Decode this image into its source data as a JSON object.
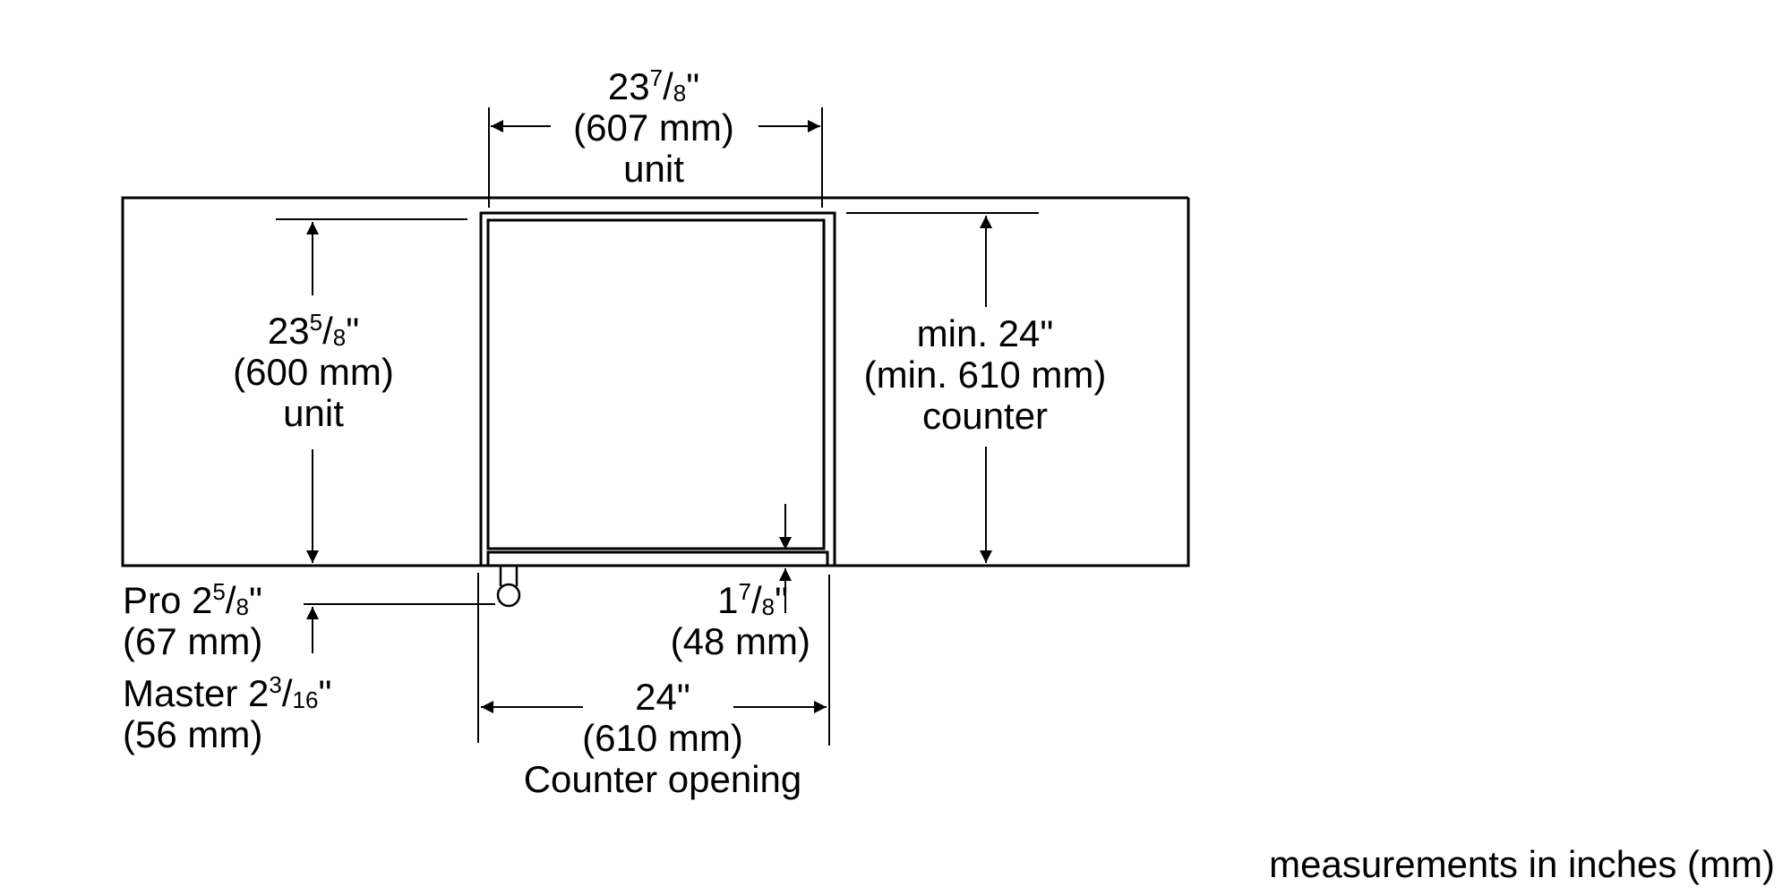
{
  "diagram": {
    "type": "installation-dimension-drawing",
    "stroke_color": "#000000",
    "background_color": "#ffffff"
  },
  "labels": {
    "unit_width": {
      "whole": "23",
      "num": "7",
      "den": "8",
      "unit_mark": "\"",
      "metric": "(607 mm)",
      "caption": "unit"
    },
    "unit_depth": {
      "whole": "23",
      "num": "5",
      "den": "8",
      "unit_mark": "\"",
      "metric": "(600 mm)",
      "caption": "unit"
    },
    "counter_depth": {
      "imperial": "min. 24\"",
      "metric": "(min. 610 mm)",
      "caption": "counter"
    },
    "pro_offset": {
      "prefix": "Pro 2",
      "num": "5",
      "den": "8",
      "unit_mark": "\"",
      "metric": "(67 mm)"
    },
    "master_offset": {
      "prefix": "Master 2",
      "num": "3",
      "den": "16",
      "unit_mark": "\"",
      "metric": "(56 mm)"
    },
    "base_height": {
      "whole": "1",
      "num": "7",
      "den": "8",
      "unit_mark": "\"",
      "metric": "(48 mm)"
    },
    "counter_opening": {
      "imperial": "24\"",
      "metric": "(610 mm)",
      "caption": "Counter opening"
    }
  },
  "footnote": "measurements in inches (mm)"
}
